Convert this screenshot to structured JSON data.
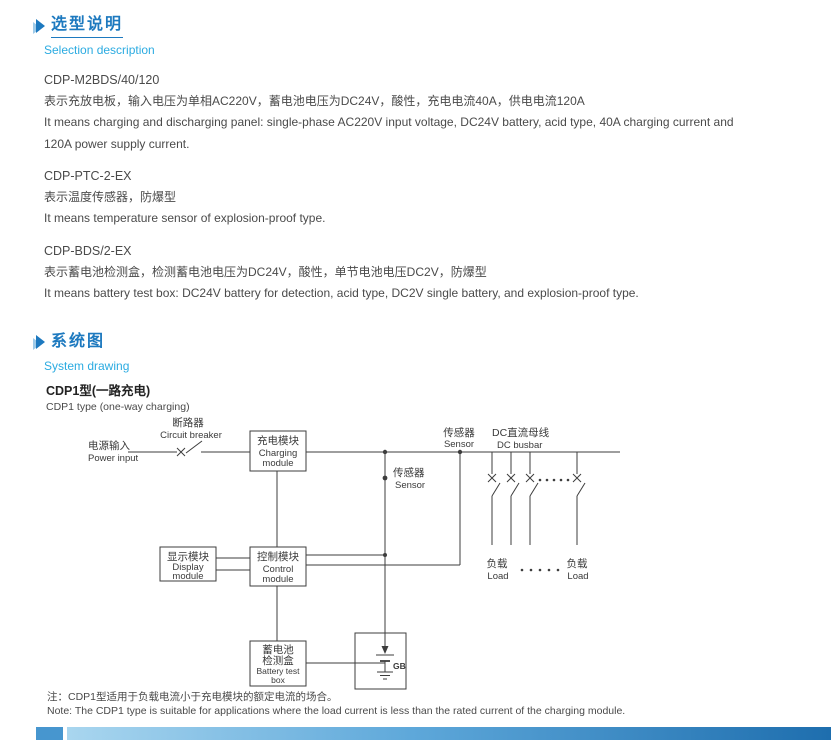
{
  "colors": {
    "title_blue": "#1d79bf",
    "subtitle_cyan": "#2babe1",
    "body_text": "#4a4a4a",
    "diagram_line": "#3d3d3d",
    "footer_blue_dark": "#1e6eae",
    "footer_blue_light": "#a9d6ef"
  },
  "selection": {
    "title_cn": "选型说明",
    "title_en": "Selection description",
    "items": [
      {
        "model": "CDP-M2BDS/40/120",
        "cn": "表示充放电板，输入电压为单相AC220V，蓄电池电压为DC24V，酸性，充电电流40A，供电电流120A",
        "en": "It means charging and discharging panel: single-phase AC220V input voltage, DC24V battery, acid type, 40A charging current and 120A power supply current."
      },
      {
        "model": "CDP-PTC-2-EX",
        "cn": "表示温度传感器，防爆型",
        "en": "It means temperature sensor of explosion-proof type."
      },
      {
        "model": "CDP-BDS/2-EX",
        "cn": "表示蓄电池检测盒，检测蓄电池电压为DC24V，酸性，单节电池电压DC2V，防爆型",
        "en": "It means battery test box: DC24V battery for detection, acid type, DC2V single battery, and explosion-proof type."
      }
    ]
  },
  "system": {
    "title_cn": "系统图",
    "title_en": "System drawing",
    "variant_cn": "CDP1型(一路充电)",
    "variant_en": "CDP1 type (one-way charging)",
    "note_cn": "注：CDP1型适用于负载电流小于充电模块的额定电流的场合。",
    "note_en": "Note: The CDP1 type is suitable for applications where the load current is less than the rated current of the charging module."
  },
  "diagram": {
    "power_input_cn": "电源输入",
    "power_input_en": "Power input",
    "breaker_cn": "断路器",
    "breaker_en": "Circuit breaker",
    "charging_cn": "充电模块",
    "charging_en1": "Charging",
    "charging_en2": "module",
    "sensor_cn": "传感器",
    "sensor_en": "Sensor",
    "busbar_cn": "DC直流母线",
    "busbar_en": "DC busbar",
    "display_cn": "显示模块",
    "display_en1": "Display",
    "display_en2": "module",
    "control_cn": "控制模块",
    "control_en1": "Control",
    "control_en2": "module",
    "battery_cn1": "蓄电池",
    "battery_cn2": "检测盒",
    "battery_en1": "Battery test",
    "battery_en2": "box",
    "load_cn": "负载",
    "load_en": "Load",
    "gb": "GB"
  }
}
